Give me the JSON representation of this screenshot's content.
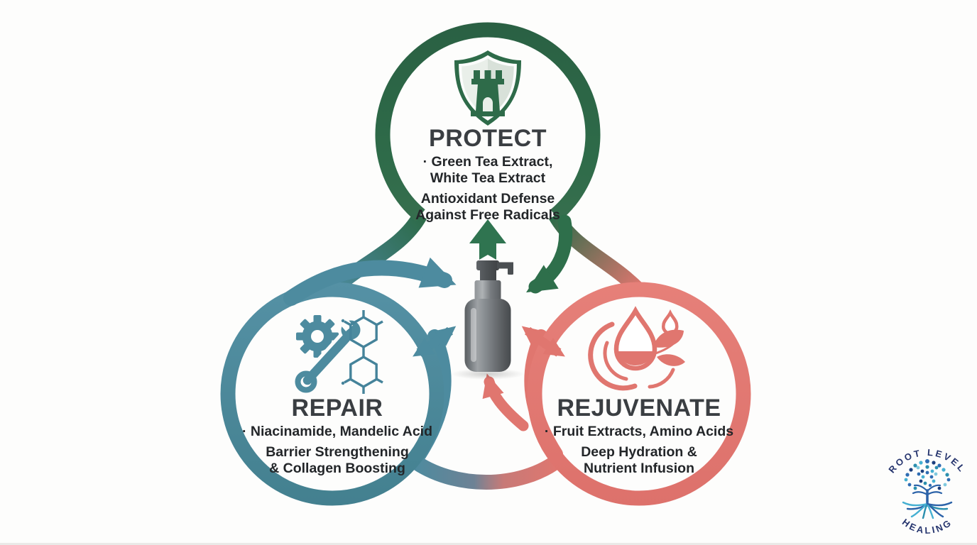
{
  "canvas": {
    "background": "#fdfdfc"
  },
  "nodes": {
    "protect": {
      "title": "PROTECT",
      "lines": [
        "· Green Tea Extract,",
        "White Tea Extract",
        "Antioxidant Defense",
        "Against Free Radicals"
      ],
      "icon": "shield-castle-icon",
      "color": "#2d6b49"
    },
    "repair": {
      "title": "REPAIR",
      "lines": [
        "· Niacinamide, Mandelic Acid",
        "Barrier Strengthening",
        "& Collagen Boosting"
      ],
      "icon": "gear-wrench-molecule-icon",
      "color": "#4d8b9f"
    },
    "rejuvenate": {
      "title": "REJUVENATE",
      "lines": [
        "· Fruit Extracts, Amino Acids",
        "Deep Hydration &",
        "Nutrient Infusion"
      ],
      "icon": "water-drop-leaf-icon",
      "color": "#e0766f"
    }
  },
  "center": {
    "product": "skincare-pump-bottle-icon",
    "bottle_color": "#6d7276"
  },
  "logo": {
    "arc_top": "ROOT LEVEL",
    "arc_bottom": "HEALING",
    "icon": "tree-of-life-icon",
    "text_color": "#26356e"
  }
}
